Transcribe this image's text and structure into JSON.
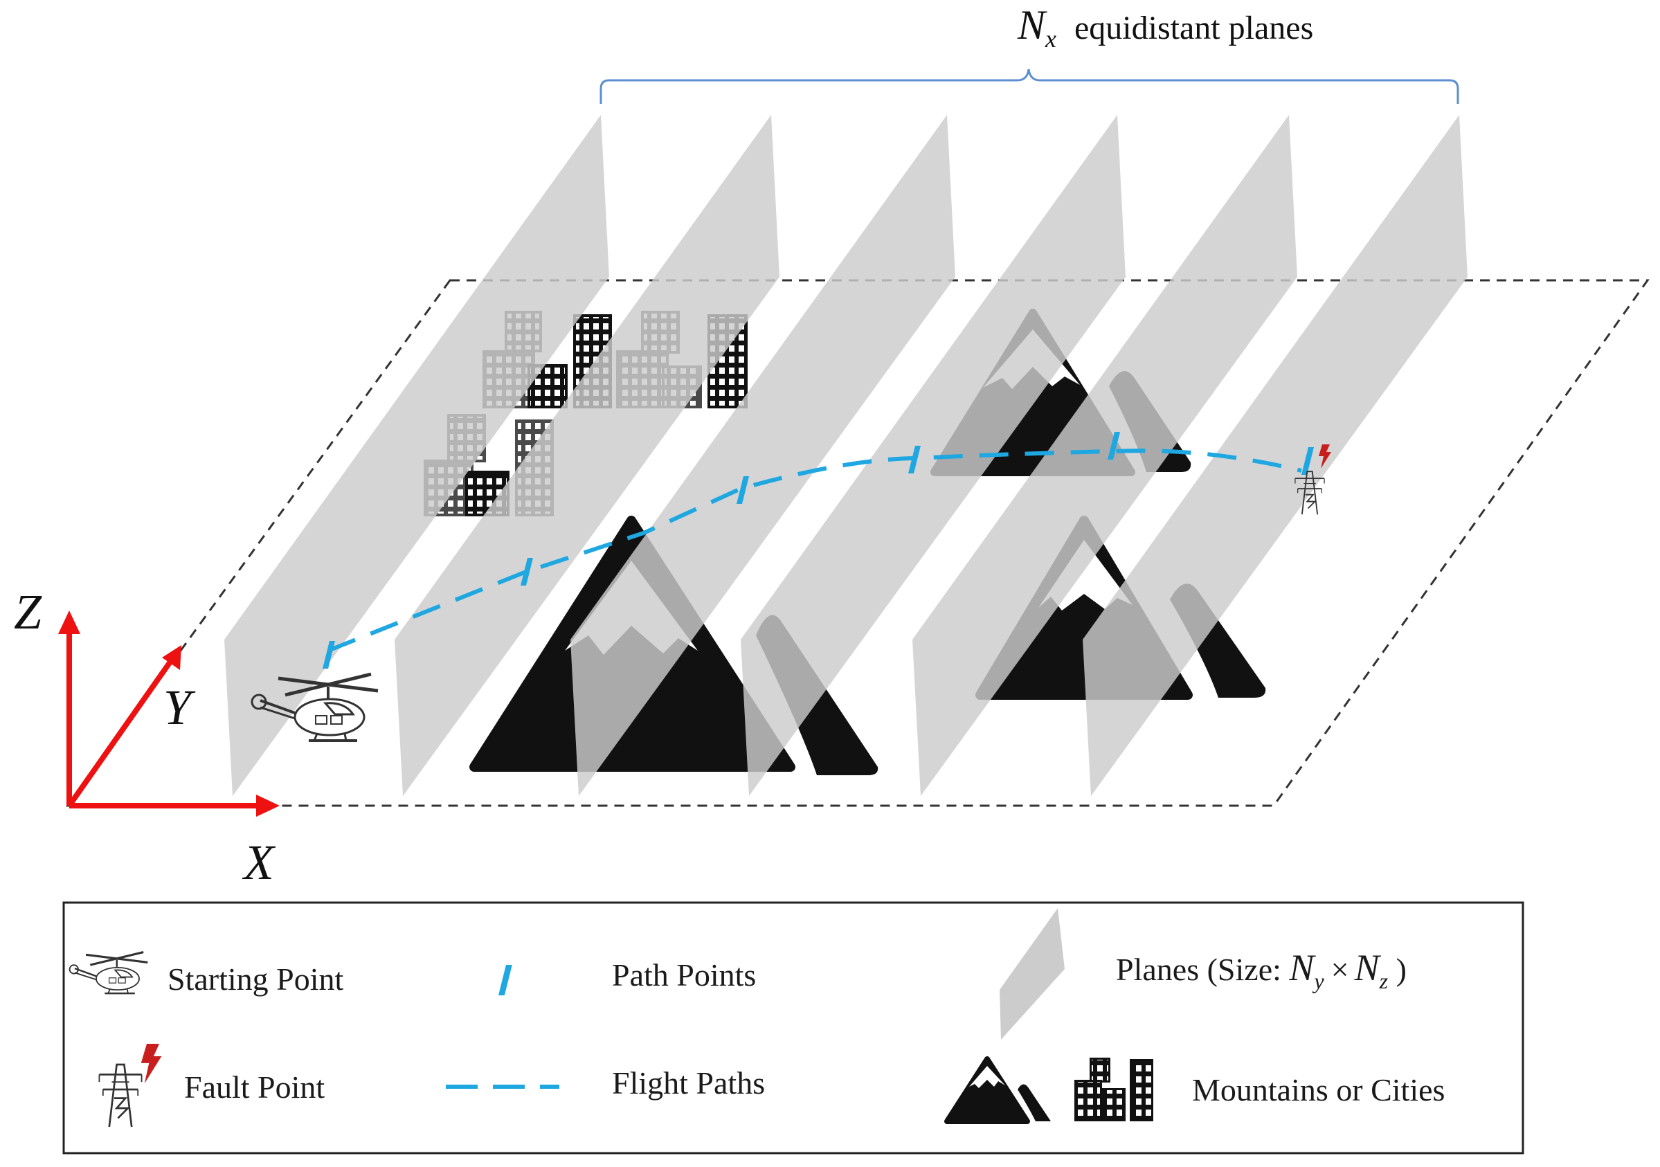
{
  "header": {
    "nx_symbol": "N",
    "nx_sub": "x",
    "nx_text": "equidistant planes"
  },
  "axes": {
    "x": "X",
    "y": "Y",
    "z": "Z"
  },
  "legend": {
    "starting_point": "Starting Point",
    "fault_point": "Fault Point",
    "path_points": "Path Points",
    "flight_paths": "Flight Paths",
    "planes_prefix": "Planes (Size: ",
    "ny_symbol": "N",
    "ny_sub": "y",
    "times": "×",
    "nz_symbol": "N",
    "nz_sub": "z",
    "planes_suffix": " )",
    "mountains_cities": "Mountains or Cities"
  },
  "colors": {
    "plane": "#cccccc",
    "path": "#1ea7e1",
    "axis": "#ee1111",
    "brace": "#5b8fd0",
    "fault": "#c81e1e",
    "dark": "#111111",
    "mid": "#4a4a4a"
  },
  "icons": {
    "start": "helicopter-icon",
    "fault": "power-tower-icon",
    "path_point": "path-point-icon",
    "terrain": "mountain-icon",
    "city": "city-icon"
  }
}
